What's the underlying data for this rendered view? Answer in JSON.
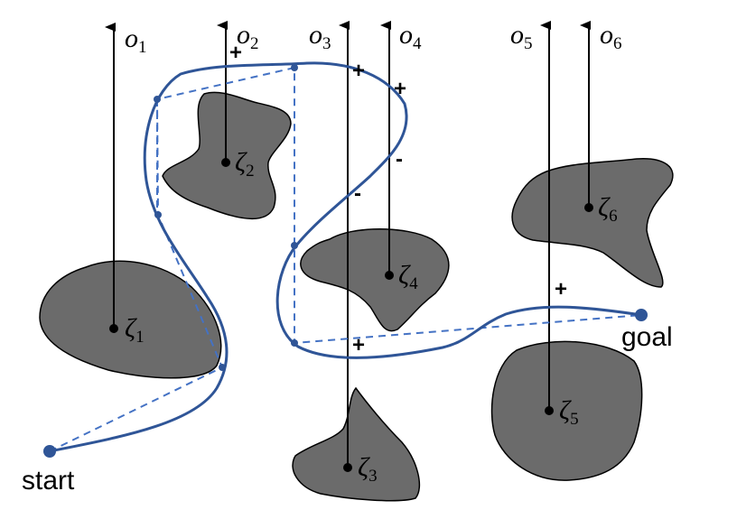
{
  "diagram": {
    "colors": {
      "obstacle": "#6b6b6b",
      "obstacle_stroke": "#000000",
      "ray": "#000000",
      "path": "#2f5597",
      "dashed_path": "#4472c4",
      "endpoint": "#2f5597"
    },
    "rays": [
      {
        "id": "o1",
        "base": "o",
        "sub": "1"
      },
      {
        "id": "o2",
        "base": "o",
        "sub": "2"
      },
      {
        "id": "o3",
        "base": "o",
        "sub": "3"
      },
      {
        "id": "o4",
        "base": "o",
        "sub": "4"
      },
      {
        "id": "o5",
        "base": "o",
        "sub": "5"
      },
      {
        "id": "o6",
        "base": "o",
        "sub": "6"
      }
    ],
    "obstacles": [
      {
        "id": "zeta1",
        "base": "ζ",
        "sub": "1"
      },
      {
        "id": "zeta2",
        "base": "ζ",
        "sub": "2"
      },
      {
        "id": "zeta3",
        "base": "ζ",
        "sub": "3"
      },
      {
        "id": "zeta4",
        "base": "ζ",
        "sub": "4"
      },
      {
        "id": "zeta5",
        "base": "ζ",
        "sub": "5"
      },
      {
        "id": "zeta6",
        "base": "ζ",
        "sub": "6"
      }
    ],
    "crossing_signs": [
      "+",
      "+",
      "+",
      "-",
      "-",
      "+",
      "+"
    ],
    "start_label": "start",
    "goal_label": "goal"
  }
}
